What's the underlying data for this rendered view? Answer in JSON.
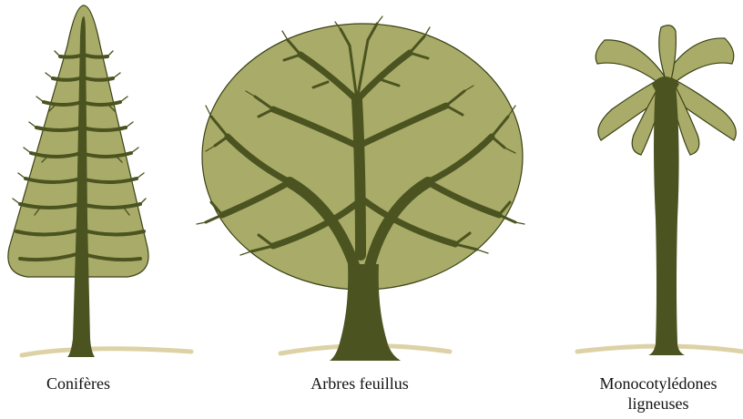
{
  "colors": {
    "trunk": "#4b5320",
    "foliage": "#a9ac68",
    "outline": "#3b4214",
    "ground": "#ddd2a6",
    "text": "#111111"
  },
  "trees": [
    {
      "id": "conifer",
      "icon": "conifer-tree-icon",
      "label": "Conifères"
    },
    {
      "id": "broadleaf",
      "icon": "deciduous-tree-icon",
      "label": "Arbres feuillus"
    },
    {
      "id": "monocot",
      "icon": "palm-tree-icon",
      "label_line1": "Monocotylédones",
      "label_line2": "ligneuses"
    }
  ]
}
